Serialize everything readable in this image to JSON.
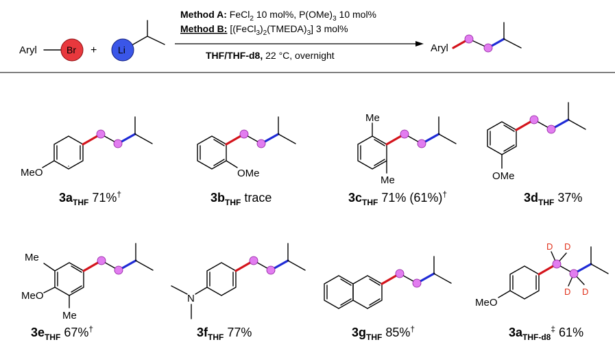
{
  "scheme": {
    "reagent_aryl": "Aryl",
    "reagent_br": "Br",
    "plus": "+",
    "reagent_li": "Li",
    "method_a_label": "Method A:",
    "method_a_text_1": " FeCl",
    "method_a_sub_1": "2",
    "method_a_text_2": " 10 mol%, P(OMe)",
    "method_a_sub_2": "3",
    "method_a_text_3": " 10 mol%",
    "method_b_label": "Method B:",
    "method_b_text_1": " [(FeCl",
    "method_b_sub_1": "3",
    "method_b_text_2": ")",
    "method_b_sub_2": "2",
    "method_b_text_3": "(TMEDA)",
    "method_b_sub_3": "3",
    "method_b_text_4": "] 3 mol%",
    "conditions_bold": "THF/THF-d8,",
    "conditions_rest": " 22 °C, overnight",
    "product_aryl": "Aryl"
  },
  "colors": {
    "red_bond": "#d4141c",
    "blue_bond": "#1f2bd6",
    "dot": "#e27df0",
    "deuterium": "#e0301a"
  },
  "compounds": [
    {
      "id": "3a",
      "solvent": "THF",
      "yield": " 71%",
      "mark": "†",
      "subst": [
        "MeO"
      ]
    },
    {
      "id": "3b",
      "solvent": "THF",
      "yield": " trace",
      "mark": "",
      "subst": [
        "OMe"
      ]
    },
    {
      "id": "3c",
      "solvent": "THF",
      "yield": " 71% (61%)",
      "mark": "†",
      "subst": [
        "Me",
        "Me"
      ]
    },
    {
      "id": "3d",
      "solvent": "THF",
      "yield": " 37%",
      "mark": "",
      "subst": [
        "OMe"
      ]
    },
    {
      "id": "3e",
      "solvent": "THF",
      "yield": " 67%",
      "mark": "†",
      "subst": [
        "Me",
        "MeO",
        "Me"
      ]
    },
    {
      "id": "3f",
      "solvent": "THF",
      "yield": " 77%",
      "mark": "",
      "subst": [
        "N"
      ]
    },
    {
      "id": "3g",
      "solvent": "THF",
      "yield": " 85%",
      "mark": "†",
      "subst": []
    },
    {
      "id": "3a",
      "solvent": "THF-d8",
      "yield": " 61%",
      "mark": "‡",
      "subst": [
        "MeO",
        "D",
        "D",
        "D",
        "D"
      ]
    }
  ]
}
